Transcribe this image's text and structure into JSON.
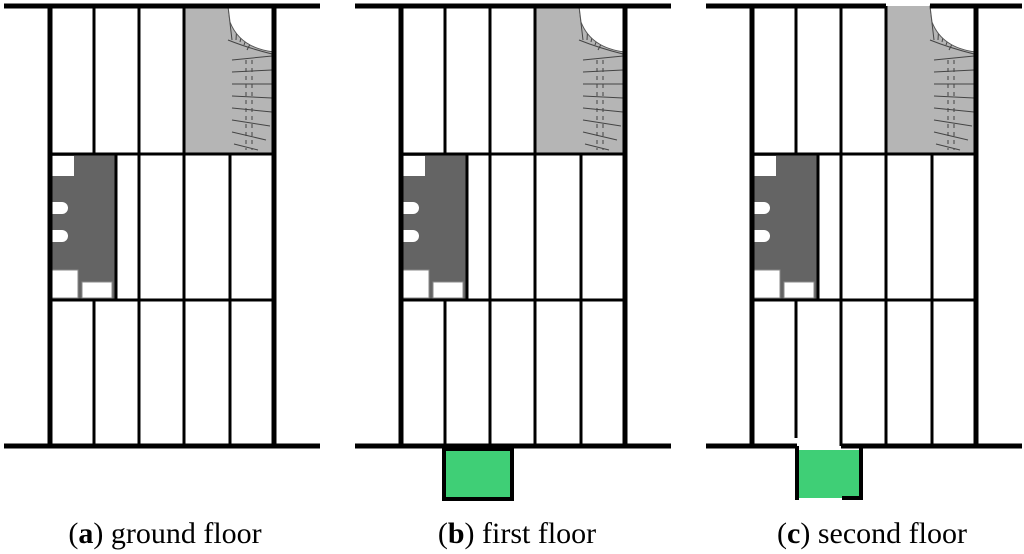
{
  "figure": {
    "panels": [
      {
        "id": "a",
        "letter": "a",
        "label": "ground floor"
      },
      {
        "id": "b",
        "letter": "b",
        "label": "first floor"
      },
      {
        "id": "c",
        "letter": "c",
        "label": "second floor"
      }
    ],
    "colors": {
      "wall": "#000000",
      "stair": "#b5b5b5",
      "bathroom": "#646464",
      "balcony": "#3fcf76"
    },
    "legend_keys": {
      "stairwell": "stair",
      "bathroom": "bathroom",
      "balcony": "balcony"
    }
  }
}
